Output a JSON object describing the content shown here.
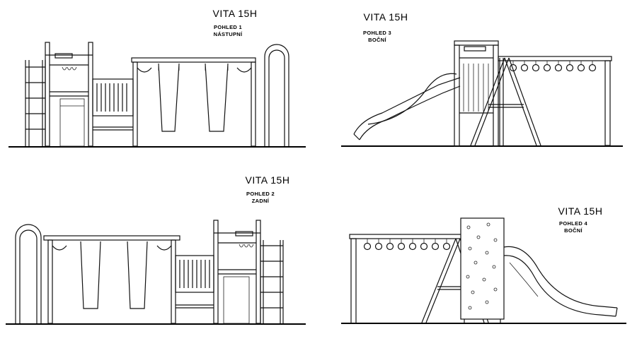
{
  "views": [
    {
      "title": "VITA 15H",
      "view": "POHLED 1",
      "side": "NÁSTUPNÍ"
    },
    {
      "title": "VITA 15H",
      "view": "POHLED 3",
      "side": "BOČNÍ"
    },
    {
      "title": "VITA 15H",
      "view": "POHLED 2",
      "side": "ZADNÍ"
    },
    {
      "title": "VITA 15H",
      "view": "POHLED 4",
      "side": "BOČNÍ"
    }
  ],
  "colors": {
    "line": "#111111",
    "background": "#ffffff"
  }
}
